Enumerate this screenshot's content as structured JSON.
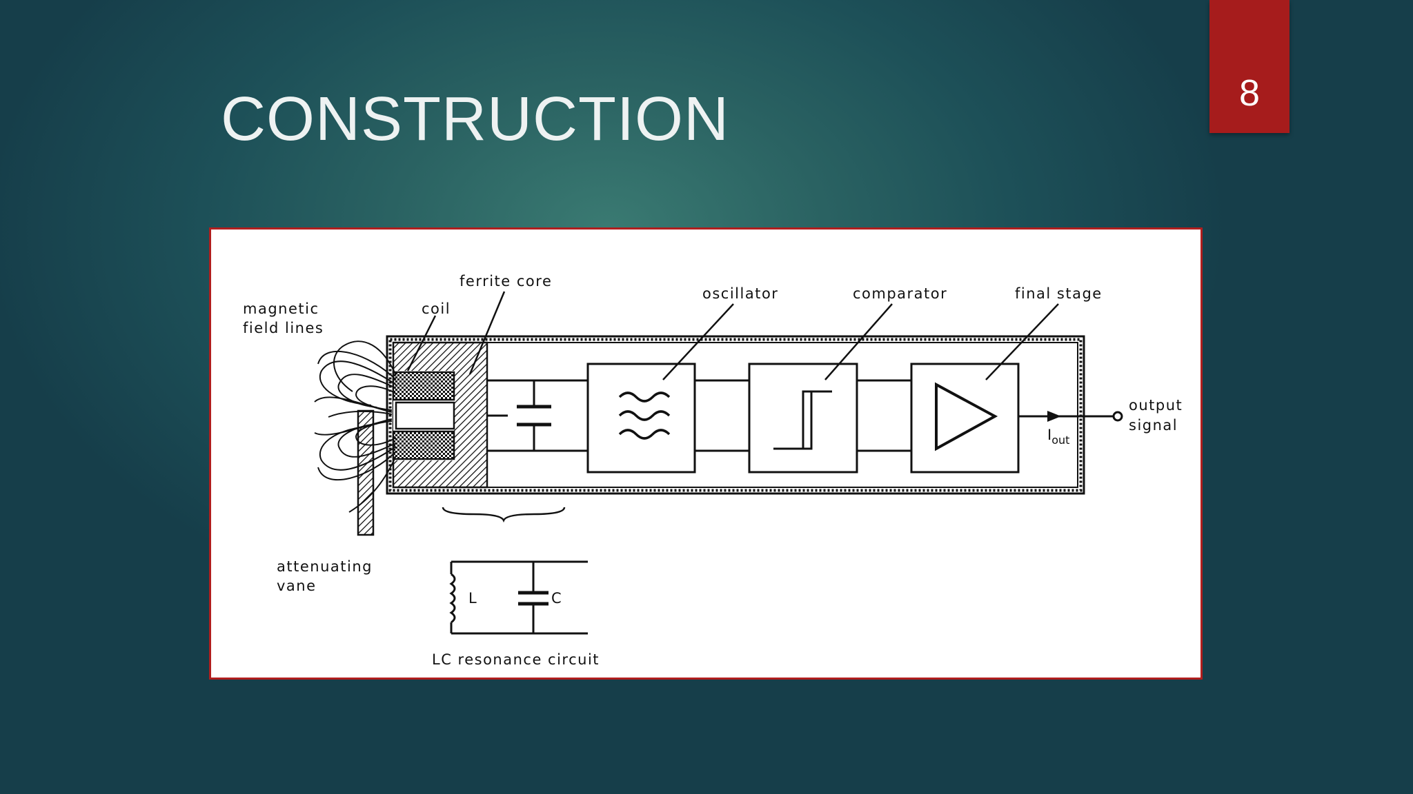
{
  "slide": {
    "title": "CONSTRUCTION",
    "page_number": "8"
  },
  "diagram": {
    "labels": {
      "magnetic_line1": "magnetic",
      "magnetic_line2": "field lines",
      "coil": "coil",
      "ferrite_core": "ferrite core",
      "oscillator": "oscillator",
      "comparator": "comparator",
      "final_stage": "final stage",
      "output_line1": "output",
      "output_line2": "signal",
      "iout_main": "I",
      "iout_sub": "out",
      "vane_line1": "attenuating",
      "vane_line2": "vane",
      "inductor": "L",
      "capacitor": "C",
      "lc_circuit": "LC resonance circuit"
    }
  }
}
